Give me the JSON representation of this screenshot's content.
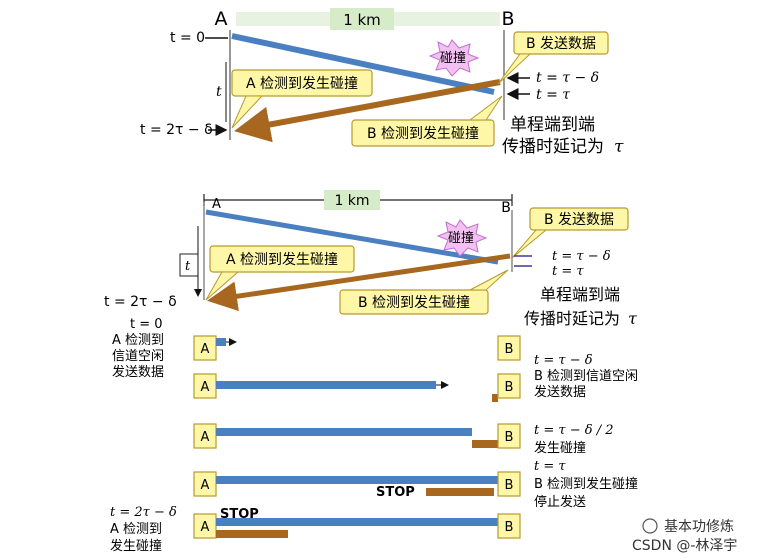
{
  "top": {
    "label_a": "A",
    "label_b": "B",
    "distance": "1 km",
    "t0": "t = 0",
    "t_axis": "t",
    "t_end": "t = 2τ − δ",
    "t_tau_minus_delta": "t = τ − δ",
    "t_tau": "t = τ",
    "collision": "碰撞",
    "b_sends": "B 发送数据",
    "a_detects": "A 检测到发生碰撞",
    "b_detects": "B 检测到发生碰撞",
    "prop_line1": "单程端到端",
    "prop_line2": "传播时延记为",
    "prop_tau": "τ"
  },
  "bottom": {
    "label_a": "A",
    "label_b": "B",
    "distance": "1 km",
    "t_axis": "t",
    "t_end": "t = 2τ − δ",
    "t_tau_minus_delta": "t = τ − δ",
    "t_tau": "t = τ",
    "collision": "碰撞",
    "b_sends": "B 发送数据",
    "a_detects": "A 检测到发生碰撞",
    "b_detects": "B 检测到发生碰撞",
    "prop_line1": "单程端到端",
    "prop_line2": "传播时延记为",
    "prop_tau": "τ"
  },
  "steps": [
    {
      "left": [
        "t = 0",
        "A 检测到",
        "信道空闲",
        "发送数据"
      ],
      "right": [],
      "a": "A",
      "b": "B"
    },
    {
      "left": [],
      "right": [
        "t = τ − δ",
        "B 检测到信道空闲",
        "发送数据"
      ],
      "a": "A",
      "b": "B"
    },
    {
      "left": [],
      "right": [
        "t = τ − δ / 2",
        "发生碰撞"
      ],
      "a": "A",
      "b": "B"
    },
    {
      "left": [],
      "right": [
        "t = τ",
        "B 检测到发生碰撞",
        "停止发送"
      ],
      "a": "A",
      "b": "B",
      "stop": "STOP"
    },
    {
      "left": [
        "t = 2τ − δ",
        "A 检测到",
        "发生碰撞"
      ],
      "right": [],
      "a": "A",
      "b": "B",
      "stop": "STOP"
    }
  ],
  "watermark": {
    "line1": "基本功修炼",
    "line2": "CSDN @-林泽宇"
  },
  "colors": {
    "blue": "#4a7fc1",
    "brown": "#a8671e",
    "callout": "#fff7a8",
    "callout_border": "#b79a2c"
  }
}
